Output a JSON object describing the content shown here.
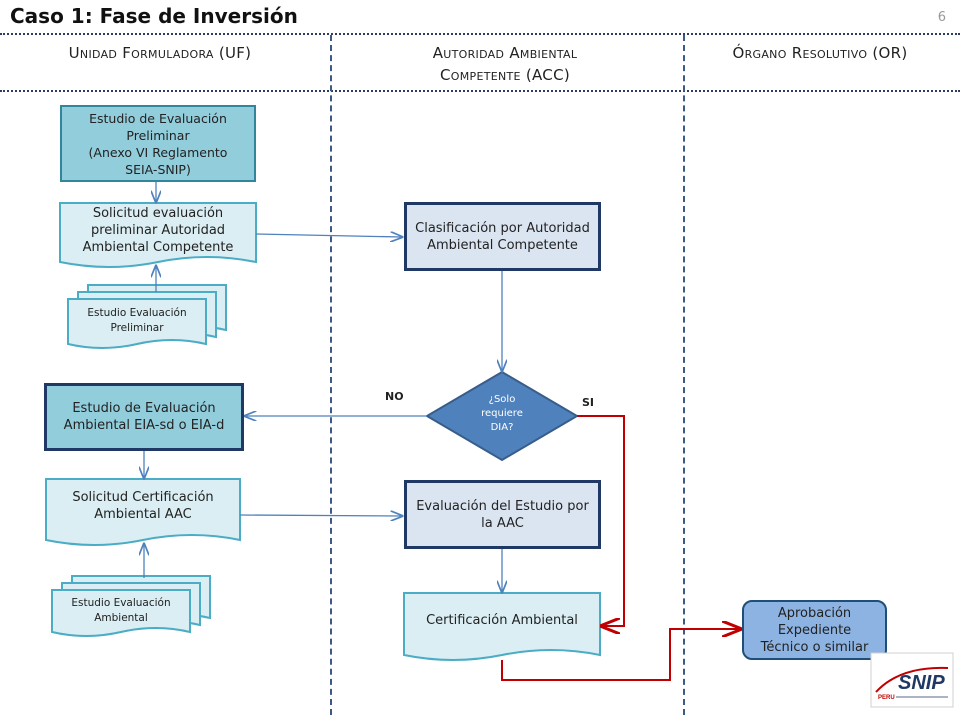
{
  "slide": {
    "title": "Caso 1: Fase de Inversión",
    "page_number": "6"
  },
  "lanes": {
    "uf": "Unidad Formuladora (UF)",
    "acc_line1": "Autoridad Ambiental",
    "acc_line2": "Competente (ACC)",
    "or": "Órgano Resolutivo (OR)"
  },
  "nodes": {
    "estudio_preliminar": [
      "Estudio de Evaluación",
      "Preliminar",
      "(Anexo VI  Reglamento",
      "SEIA-SNIP)"
    ],
    "solicitud_preliminar": [
      "Solicitud evaluación",
      "preliminar Autoridad",
      "Ambiental Competente"
    ],
    "doc_estudio_preliminar": [
      "Estudio  Evaluación",
      "Preliminar"
    ],
    "clasificacion": [
      "Clasificación por Autoridad",
      "Ambiental Competente"
    ],
    "decision": [
      "¿Solo",
      "requiere",
      "DIA?"
    ],
    "estudio_eia": [
      "Estudio de Evaluación",
      "Ambiental EIA-sd o EIA-d"
    ],
    "solicitud_certificacion": [
      "Solicitud Certificación",
      "Ambiental AAC"
    ],
    "doc_estudio_ambiental": [
      "Estudio  Evaluación",
      "Ambiental"
    ],
    "evaluacion_estudio": [
      "Evaluación del Estudio por",
      "la AAC"
    ],
    "certificacion": [
      "Certificación Ambiental"
    ],
    "aprobacion": [
      "Aprobación",
      "Expediente",
      "Técnico o similar"
    ]
  },
  "edge_labels": {
    "no": "NO",
    "si": "SI"
  },
  "logo": {
    "text": "SNIP",
    "sub": "PERU"
  },
  "colors": {
    "teal_fill": "#92cddc",
    "teal_border": "#31859c",
    "doc_fill": "#daeef3",
    "doc_border": "#4bacc6",
    "proc_fill": "#dbe5f1",
    "proc_border": "#1f3864",
    "diamond_fill": "#4f81bd",
    "arrow_blue": "#4f81bd",
    "arrow_red": "#c00000"
  }
}
